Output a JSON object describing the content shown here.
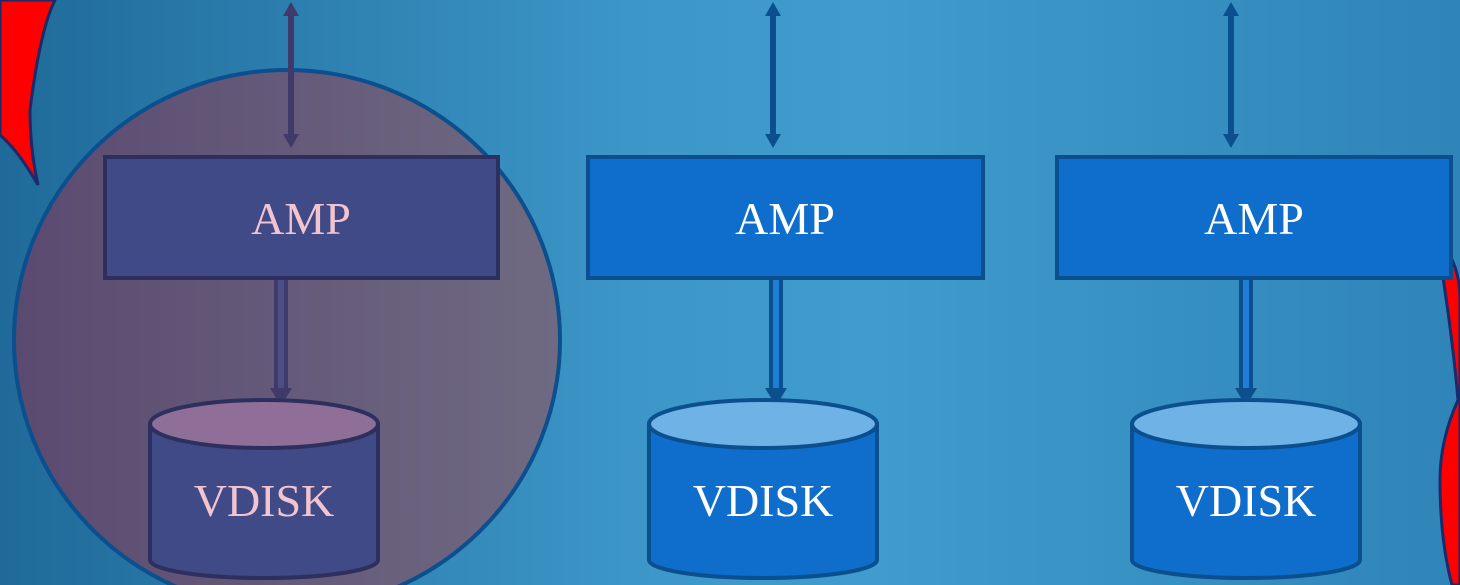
{
  "diagram": {
    "units": [
      {
        "amp_label": "AMP",
        "vdisk_label": "VDISK",
        "state": "highlighted"
      },
      {
        "amp_label": "AMP",
        "vdisk_label": "VDISK",
        "state": "normal"
      },
      {
        "amp_label": "AMP",
        "vdisk_label": "VDISK",
        "state": "normal"
      }
    ],
    "colors": {
      "box_fill": "#0f6ecb",
      "box_stroke": "#0b4f8e",
      "disk_top": "#6fb3e6",
      "highlight_overlay": "#6a4b6e",
      "highlight_box_fill": "#3f4a86",
      "highlight_text": "#f2c4cf",
      "callout_red": "#ff0000"
    }
  }
}
